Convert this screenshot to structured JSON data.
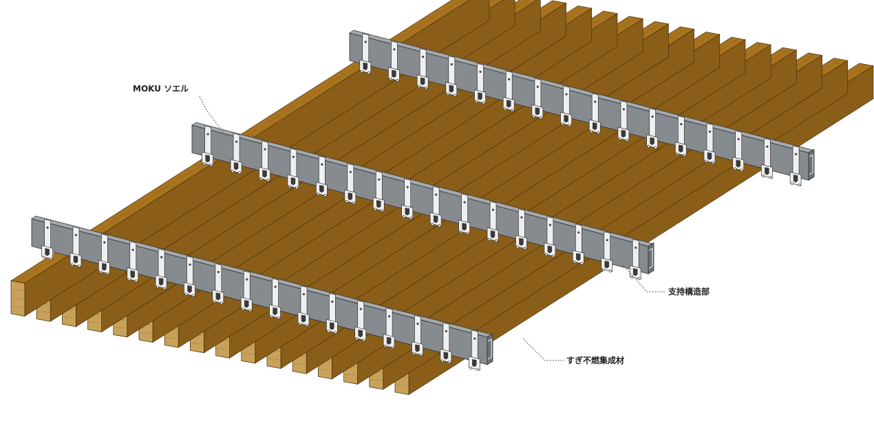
{
  "labels": {
    "clip": "MOKU ソエル",
    "support": "支持構造部",
    "lumber": "すぎ不燃集成材"
  },
  "colors": {
    "wood_top": "#a8731f",
    "wood_side": "#8a5e18",
    "wood_end": "#c9a25a",
    "wood_grain": "#6f4a12",
    "channel_front": "#868b8f",
    "channel_top": "#a4a9ad",
    "channel_end": "#6c7074",
    "clip_fill": "#efefef",
    "clip_stroke": "#333333"
  },
  "structure": {
    "board_count": 16,
    "channel_count": 3,
    "clips_per_channel": 16
  }
}
